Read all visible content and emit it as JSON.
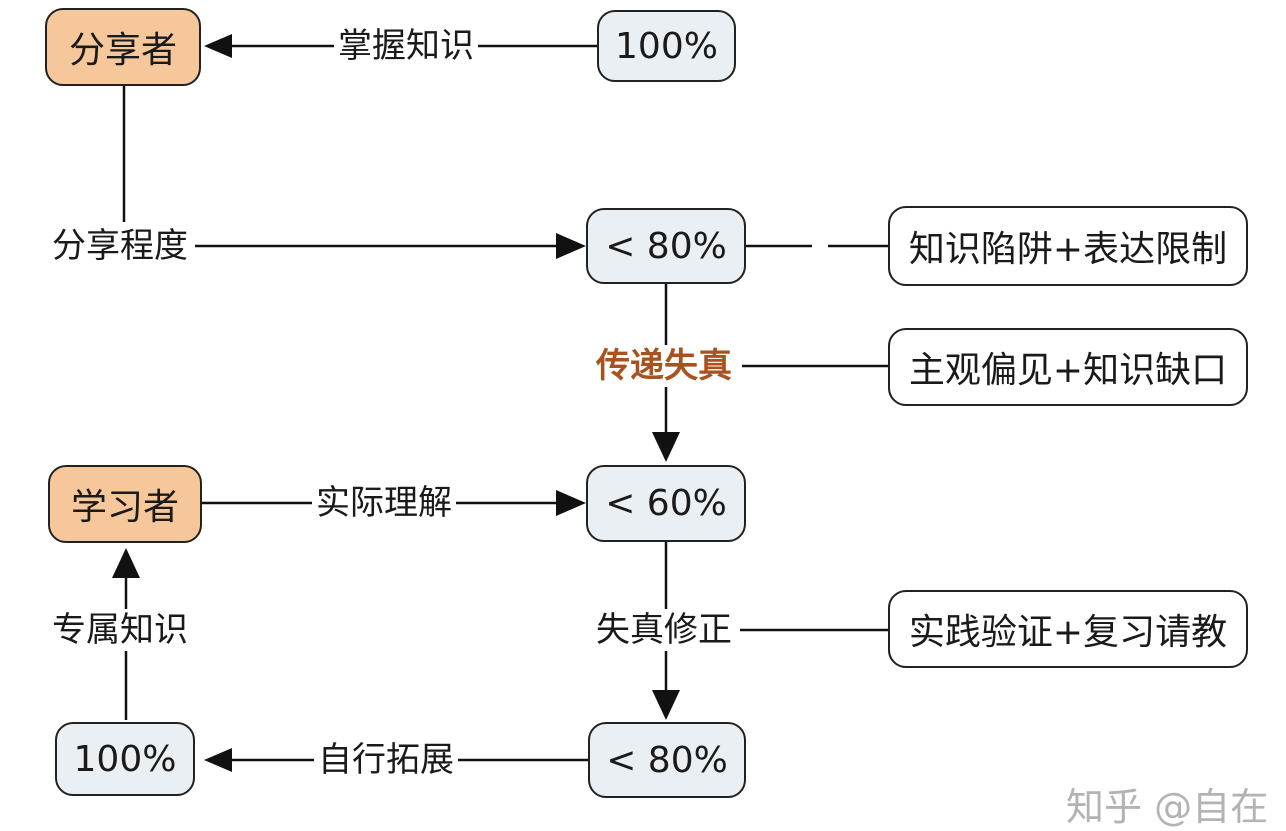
{
  "nodes": {
    "sharer": "分享者",
    "learner": "学习者",
    "pct_top": "100%",
    "pct_80a": "< 80%",
    "pct_60": "< 60%",
    "pct_80b": "< 80%",
    "pct_bottom": "100%"
  },
  "notes": {
    "n1": "知识陷阱+表达限制",
    "n2": "主观偏见+知识缺口",
    "n3": "实践验证+复习请教"
  },
  "edges": {
    "grasp": "掌握知识",
    "share_degree": "分享程度",
    "distortion": "传递失真",
    "understanding": "实际理解",
    "correction": "失真修正",
    "exclusive": "专属知识",
    "extension": "自行拓展"
  },
  "colors": {
    "role_fill": "#f6c79a",
    "pct_fill": "#e9eff3",
    "accent_text": "#a8531f"
  },
  "watermark": "知乎 @自在"
}
